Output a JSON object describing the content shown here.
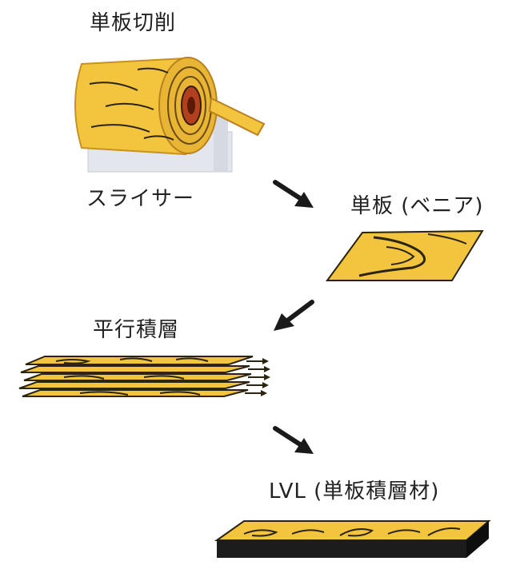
{
  "steps": {
    "cutting": "単板切削",
    "slicer": "スライサー",
    "veneer": "単板 (ベニア)",
    "stacking": "平行積層",
    "lvl": "LVL (単板積層材)"
  },
  "colors": {
    "wood": "#f3c43e",
    "wood_dark": "#d99a22",
    "grain": "#2a2410",
    "core": "#b0401e",
    "base": "#e4e6ee",
    "arrow": "#1a1a1a",
    "side": "#1c1c1c"
  }
}
